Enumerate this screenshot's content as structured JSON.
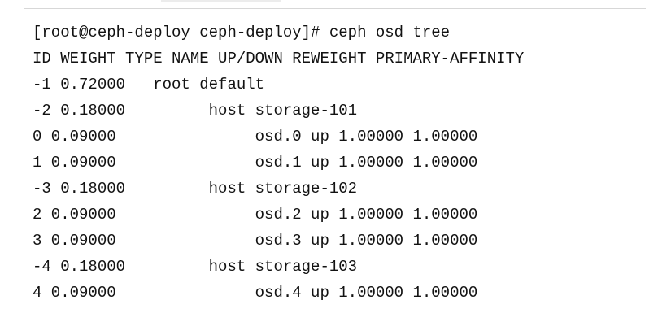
{
  "colors": {
    "background": "#ffffff",
    "text": "#121212",
    "divider": "#d7d7d7"
  },
  "terminal": {
    "prompt": "[root@ceph-deploy ceph-deploy]#",
    "command": "ceph osd tree",
    "lines": [
      "[root@ceph-deploy ceph-deploy]# ceph osd tree",
      "ID WEIGHT TYPE NAME UP/DOWN REWEIGHT PRIMARY-AFFINITY",
      "-1 0.72000   root default",
      "-2 0.18000         host storage-101",
      "0 0.09000               osd.0 up 1.00000 1.00000",
      "1 0.09000               osd.1 up 1.00000 1.00000",
      "-3 0.18000         host storage-102",
      "2 0.09000               osd.2 up 1.00000 1.00000",
      "3 0.09000               osd.3 up 1.00000 1.00000",
      "-4 0.18000         host storage-103",
      "4 0.09000               osd.4 up 1.00000 1.00000"
    ]
  },
  "osd_tree": {
    "header_columns": [
      "ID",
      "WEIGHT",
      "TYPE NAME",
      "UP/DOWN",
      "REWEIGHT",
      "PRIMARY-AFFINITY"
    ],
    "rows": [
      {
        "id": "-1",
        "weight": "0.72000",
        "type_name": "root default",
        "up_down": "",
        "reweight": "",
        "primary_affinity": ""
      },
      {
        "id": "-2",
        "weight": "0.18000",
        "type_name": "host storage-101",
        "up_down": "",
        "reweight": "",
        "primary_affinity": ""
      },
      {
        "id": "0",
        "weight": "0.09000",
        "type_name": "osd.0",
        "up_down": "up",
        "reweight": "1.00000",
        "primary_affinity": "1.00000"
      },
      {
        "id": "1",
        "weight": "0.09000",
        "type_name": "osd.1",
        "up_down": "up",
        "reweight": "1.00000",
        "primary_affinity": "1.00000"
      },
      {
        "id": "-3",
        "weight": "0.18000",
        "type_name": "host storage-102",
        "up_down": "",
        "reweight": "",
        "primary_affinity": ""
      },
      {
        "id": "2",
        "weight": "0.09000",
        "type_name": "osd.2",
        "up_down": "up",
        "reweight": "1.00000",
        "primary_affinity": "1.00000"
      },
      {
        "id": "3",
        "weight": "0.09000",
        "type_name": "osd.3",
        "up_down": "up",
        "reweight": "1.00000",
        "primary_affinity": "1.00000"
      },
      {
        "id": "-4",
        "weight": "0.18000",
        "type_name": "host storage-103",
        "up_down": "",
        "reweight": "",
        "primary_affinity": ""
      },
      {
        "id": "4",
        "weight": "0.09000",
        "type_name": "osd.4",
        "up_down": "up",
        "reweight": "1.00000",
        "primary_affinity": "1.00000"
      }
    ]
  }
}
